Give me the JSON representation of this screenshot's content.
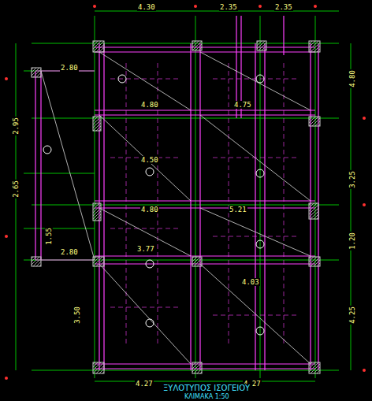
{
  "diagram": {
    "title": "ΞΥΛΟΤΥΠΟΣ ΙΣΟΓΕΙΟΥ",
    "caption": "ΚΛΙΜΑΚΑ 1:50",
    "labels": [
      "4.30",
      "2.35",
      "2.35",
      "2.80",
      "4.80",
      "4.75",
      "4.50",
      "4.80",
      "5.21",
      "3.77",
      "4.03",
      "2.80",
      "4.27",
      "4.27",
      "2.95",
      "2.65",
      "1.55",
      "3.50",
      "4.80",
      "3.25",
      "1.20",
      "4.25"
    ]
  }
}
